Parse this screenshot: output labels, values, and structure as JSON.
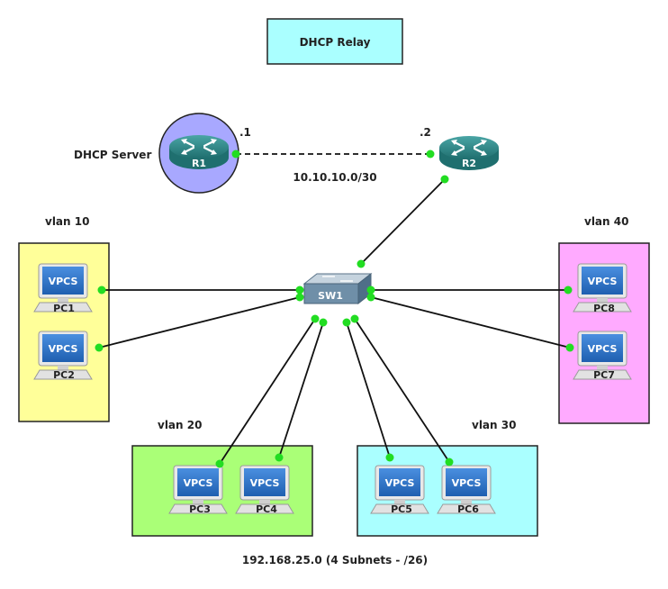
{
  "title": "DHCP Relay",
  "dhcp_server_label": "DHCP Server",
  "link_r1_r2": {
    "subnet": "10.10.10.0/30",
    "r1_addr": ".1",
    "r2_addr": ".2"
  },
  "bottom_note": "192.168.25.0 (4 Subnets - /26)",
  "routers": {
    "r1": "R1",
    "r2": "R2"
  },
  "switch": "SW1",
  "vpcs_text": "VPCS",
  "vlans": {
    "v10": {
      "label": "vlan 10",
      "color": "#ffff99"
    },
    "v20": {
      "label": "vlan 20",
      "color": "#aaff77"
    },
    "v30": {
      "label": "vlan 30",
      "color": "#aaffff"
    },
    "v40": {
      "label": "vlan 40",
      "color": "#ffaaff"
    }
  },
  "pcs": {
    "pc1": "PC1",
    "pc2": "PC2",
    "pc3": "PC3",
    "pc4": "PC4",
    "pc5": "PC5",
    "pc6": "PC6",
    "pc7": "PC7",
    "pc8": "PC8"
  },
  "colors": {
    "link": "#111111",
    "port": "#22dd22",
    "router": "#2f8f8f",
    "switch": "#6f8fa8",
    "r1_circle": "#a8a8ff"
  }
}
